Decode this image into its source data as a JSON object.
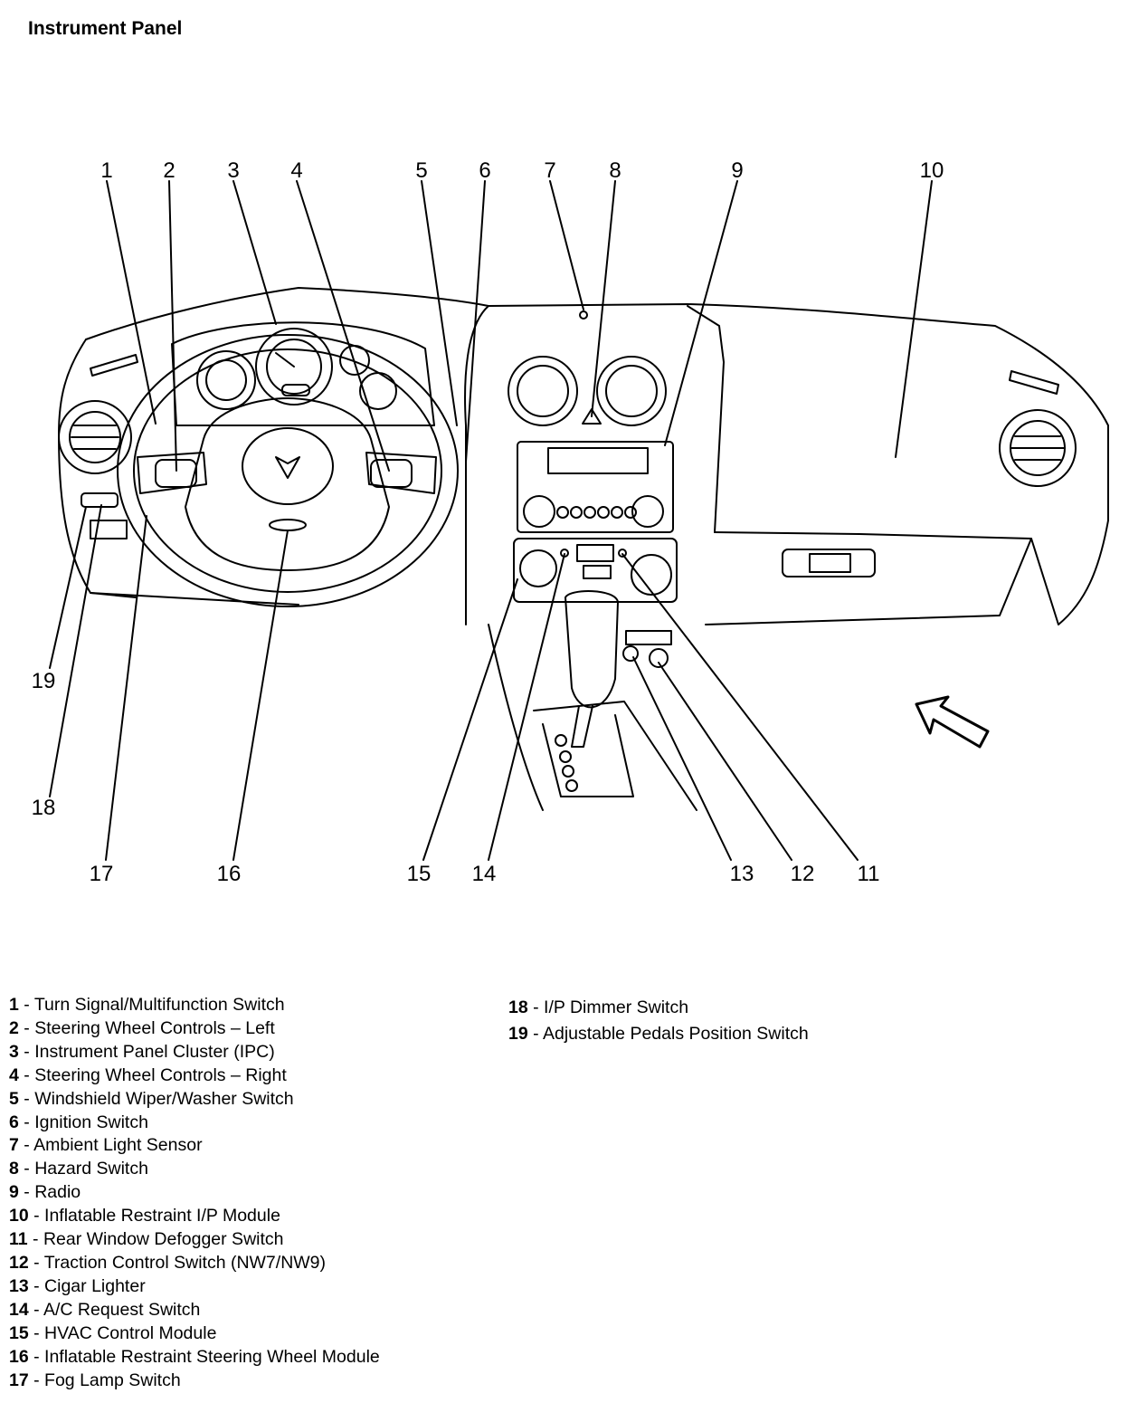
{
  "title": "Instrument Panel",
  "callouts": [
    {
      "num": "1",
      "label": "Turn Signal/Multifunction Switch"
    },
    {
      "num": "2",
      "label": "Steering Wheel Controls – Left"
    },
    {
      "num": "3",
      "label": "Instrument Panel Cluster (IPC)"
    },
    {
      "num": "4",
      "label": "Steering Wheel Controls – Right"
    },
    {
      "num": "5",
      "label": "Windshield Wiper/Washer Switch"
    },
    {
      "num": "6",
      "label": "Ignition Switch"
    },
    {
      "num": "7",
      "label": "Ambient Light Sensor"
    },
    {
      "num": "8",
      "label": "Hazard Switch"
    },
    {
      "num": "9",
      "label": "Radio"
    },
    {
      "num": "10",
      "label": "Inflatable Restraint I/P Module"
    },
    {
      "num": "11",
      "label": "Rear Window Defogger Switch"
    },
    {
      "num": "12",
      "label": "Traction Control Switch (NW7/NW9)"
    },
    {
      "num": "13",
      "label": "Cigar Lighter"
    },
    {
      "num": "14",
      "label": "A/C Request Switch"
    },
    {
      "num": "15",
      "label": "HVAC Control Module"
    },
    {
      "num": "16",
      "label": "Inflatable Restraint Steering Wheel Module"
    },
    {
      "num": "17",
      "label": "Fog Lamp Switch"
    },
    {
      "num": "18",
      "label": "I/P Dimmer Switch"
    },
    {
      "num": "19",
      "label": "Adjustable Pedals Position Switch"
    }
  ],
  "separator": " - "
}
